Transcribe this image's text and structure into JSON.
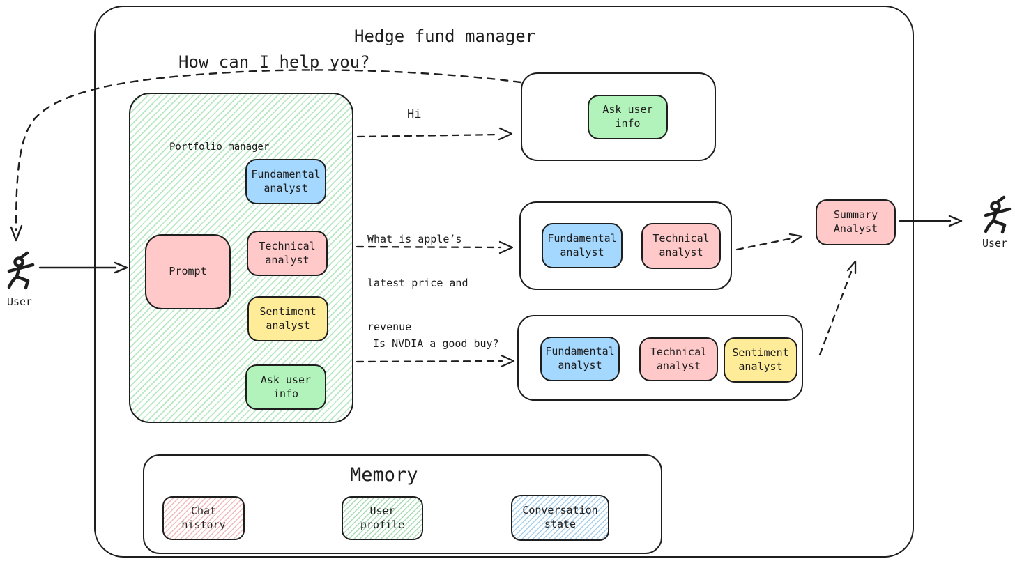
{
  "title": "Hedge fund manager",
  "greeting": "How can I help you?",
  "users": {
    "left": {
      "label": "User"
    },
    "right": {
      "label": "User"
    }
  },
  "portfolio": {
    "label": "Portfolio manager",
    "prompt_label": "Prompt",
    "agents": {
      "fundamental": "Fundamental analyst",
      "technical": "Technical analyst",
      "sentiment": "Sentiment analyst",
      "ask_user_info": "Ask user info"
    }
  },
  "flows": {
    "hi": {
      "label": "Hi"
    },
    "apple": {
      "lines": [
        "What is apple’s",
        "latest price and",
        "revenue"
      ]
    },
    "nvda": {
      "label": "Is NVDIA a good buy?"
    }
  },
  "teams": {
    "ask_user": {
      "ask_user_info": "Ask user info"
    },
    "two_analysts": {
      "fundamental": "Fundamental analyst",
      "technical": "Technical analyst"
    },
    "three_analysts": {
      "fundamental": "Fundamental analyst",
      "technical": "Technical analyst",
      "sentiment": "Sentiment analyst"
    }
  },
  "summary": {
    "label": "Summary Analyst"
  },
  "memory": {
    "title": "Memory",
    "items": [
      {
        "label": "Chat history",
        "color": "#ffc9c9"
      },
      {
        "label": "User profile",
        "color": "#b2f2bb"
      },
      {
        "label": "Conversation state",
        "color": "#a5d8ff"
      }
    ]
  },
  "colors": {
    "stroke": "#1e1e1e",
    "blue": "#a5d8ff",
    "pink": "#ffc9c9",
    "yellow": "#ffec99",
    "green": "#b2f2bb"
  }
}
